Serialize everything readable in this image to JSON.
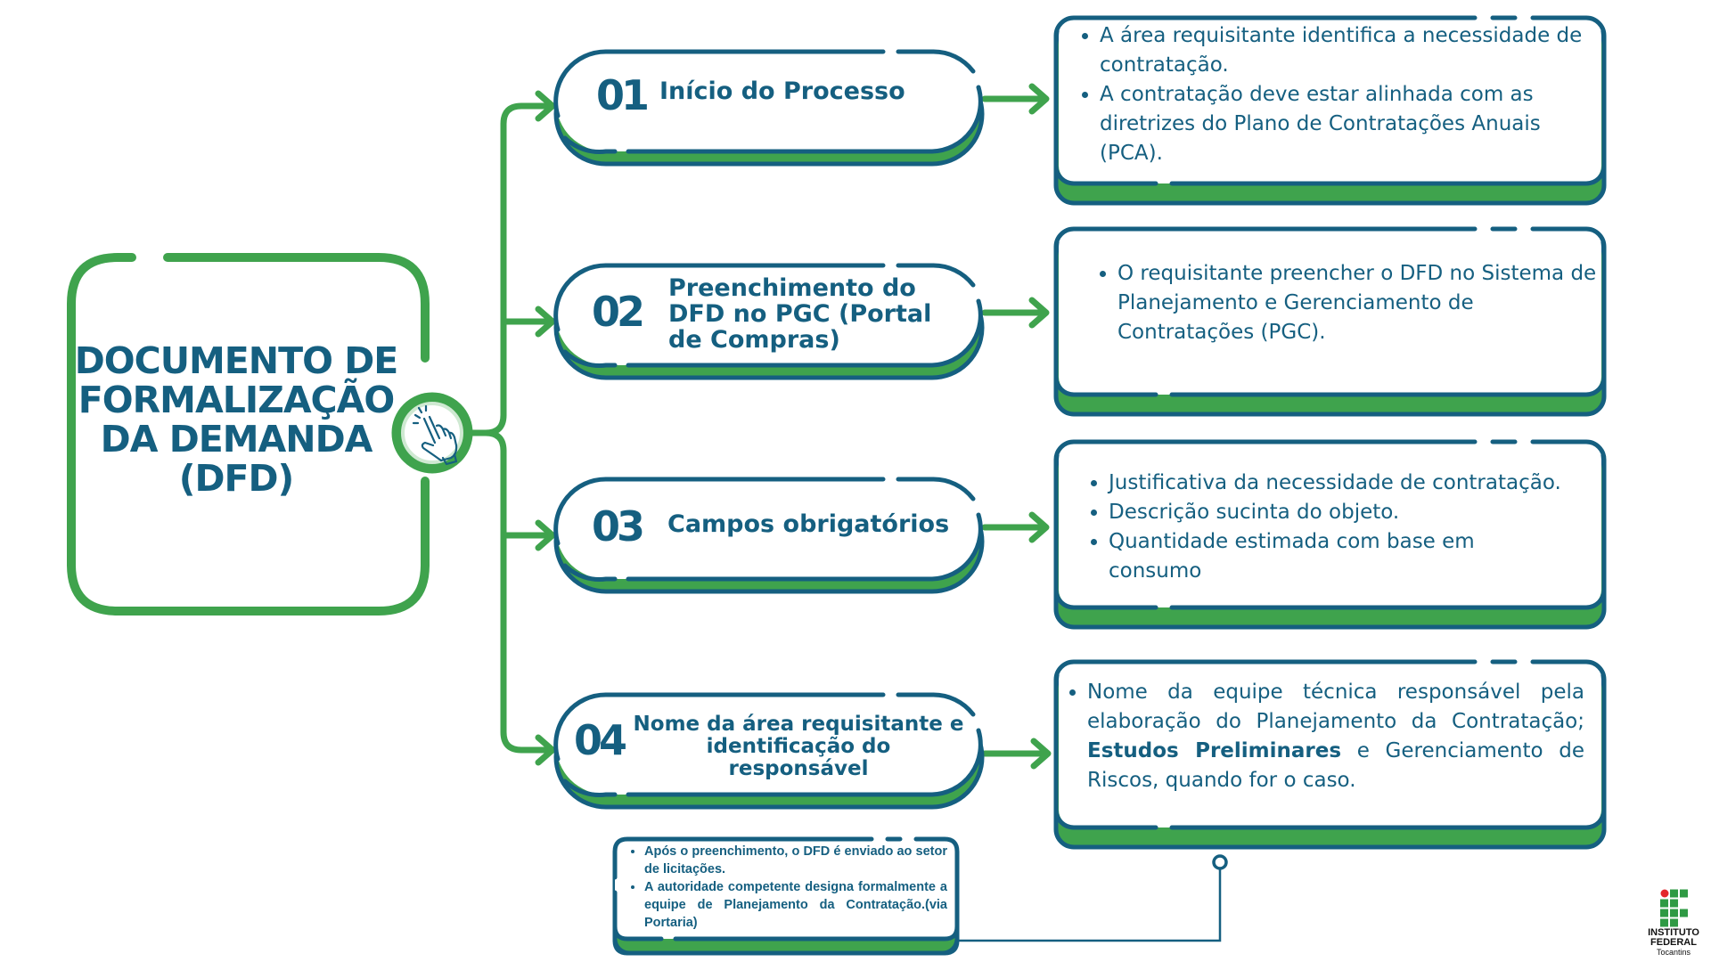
{
  "colors": {
    "primary_blue": "#155f80",
    "accent_green": "#3fa34d",
    "background": "#ffffff"
  },
  "main": {
    "title_lines": [
      "DOCUMENTO DE",
      "FORMALIZAÇÃO",
      "DA DEMANDA",
      "(DFD)"
    ],
    "icon": "hand-pointer-click-icon"
  },
  "steps": [
    {
      "number": "01",
      "label_lines": [
        "Início do Processo"
      ],
      "details": [
        "A área requisitante identifica a necessidade de contratação.",
        "A contratação deve estar alinhada com as diretrizes do Plano de Contratações Anuais (PCA)."
      ]
    },
    {
      "number": "02",
      "label_lines": [
        "Preenchimento do",
        "DFD no PGC (Portal",
        "de Compras)"
      ],
      "details": [
        "O requisitante preencher o DFD no Sistema de Planejamento e Gerenciamento de Contratações (PGC)."
      ]
    },
    {
      "number": "03",
      "label_lines": [
        "Campos obrigatórios"
      ],
      "details": [
        "Justificativa da necessidade de contratação.",
        "Descrição sucinta do objeto.",
        "Quantidade estimada com base em consumo"
      ]
    },
    {
      "number": "04",
      "label_lines": [
        "Nome da área requisitante e",
        "identificação do",
        "responsável"
      ],
      "details_parts": {
        "before": "Nome da equipe técnica responsável pela elaboração do Planejamento da Contratação; ",
        "bold": "Estudos Preliminares",
        "after": " e Gerenciamento de Riscos, quando for o caso."
      }
    }
  ],
  "note": {
    "items": [
      "Após o preenchimento, o DFD é enviado ao setor de licitações.",
      "A autoridade competente designa formalmente a equipe de Planejamento da Contratação.(via  Portaria)"
    ]
  },
  "logo": {
    "line1": "INSTITUTO",
    "line2": "FEDERAL",
    "line3": "Tocantins"
  }
}
